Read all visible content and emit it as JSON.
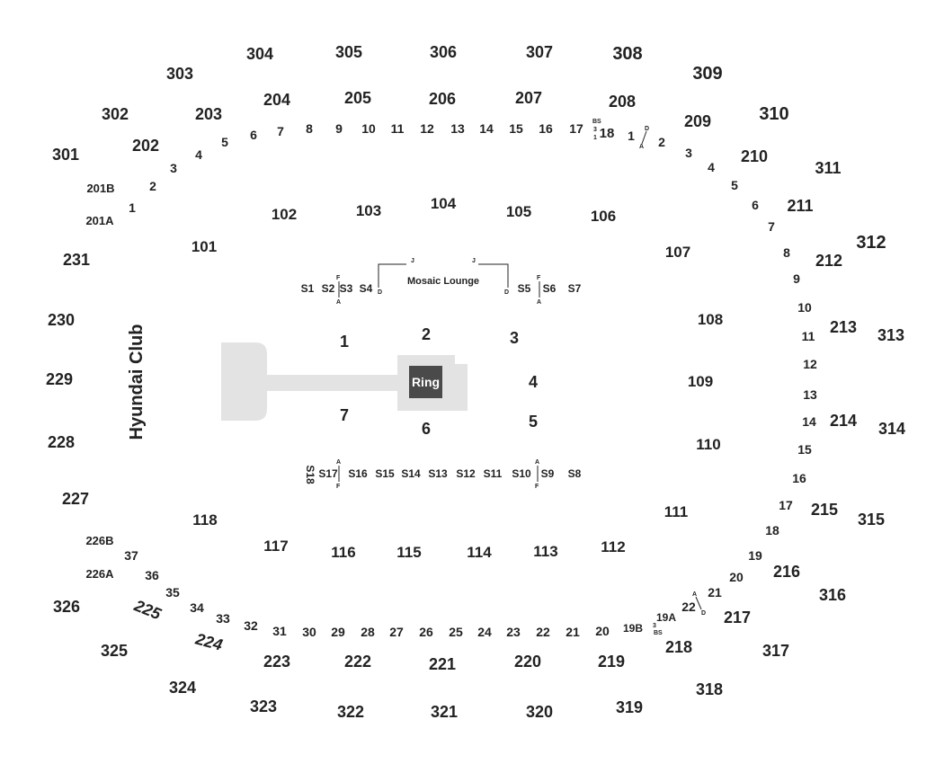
{
  "venue": {
    "club_label": "Hyundai Club",
    "ring_label": "Ring",
    "lounge_label": "Mosaic Lounge",
    "colors": {
      "floor": "#e3e3e3",
      "ring": "#4a4a4a",
      "text": "#222222"
    }
  },
  "sections_300": [
    "301",
    "302",
    "303",
    "304",
    "305",
    "306",
    "307",
    "308",
    "309",
    "310",
    "311",
    "312",
    "313",
    "314",
    "315",
    "316",
    "317",
    "318",
    "319",
    "320",
    "321",
    "322",
    "323",
    "324",
    "325",
    "326"
  ],
  "sections_200": [
    "201A",
    "201B",
    "202",
    "203",
    "204",
    "205",
    "206",
    "207",
    "208",
    "209",
    "210",
    "211",
    "212",
    "213",
    "214",
    "215",
    "216",
    "217",
    "218",
    "219",
    "220",
    "221",
    "222",
    "223",
    "224",
    "225",
    "226A",
    "226B",
    "227",
    "228",
    "229",
    "230",
    "231"
  ],
  "sections_100": [
    "101",
    "102",
    "103",
    "104",
    "105",
    "106",
    "107",
    "108",
    "109",
    "110",
    "111",
    "112",
    "113",
    "114",
    "115",
    "116",
    "117",
    "118"
  ],
  "suites_top": [
    "S1",
    "S2",
    "S3",
    "S4",
    "S5",
    "S6",
    "S7"
  ],
  "suites_bottom": [
    "S18",
    "S17",
    "S16",
    "S15",
    "S14",
    "S13",
    "S12",
    "S11",
    "S10",
    "S9",
    "S8"
  ],
  "floor_sections": [
    "1",
    "2",
    "3",
    "4",
    "5",
    "6",
    "7"
  ],
  "upper_rows": [
    "1",
    "2",
    "3",
    "4",
    "5",
    "6",
    "7",
    "8",
    "9",
    "10",
    "11",
    "12",
    "13",
    "14",
    "15",
    "16",
    "17",
    "18"
  ],
  "right_rows": [
    "1",
    "2",
    "3",
    "4",
    "5",
    "6",
    "7",
    "8",
    "9",
    "10",
    "11",
    "12",
    "13",
    "14",
    "15",
    "16",
    "17",
    "18",
    "19",
    "20",
    "21",
    "22"
  ],
  "lower_rows": [
    "19B",
    "20",
    "21",
    "22",
    "23",
    "24",
    "25",
    "26",
    "27",
    "28",
    "29",
    "30",
    "31",
    "32",
    "33",
    "34",
    "35",
    "36",
    "37"
  ],
  "aisle_marks": {
    "a": "A",
    "d": "D",
    "f": "F",
    "j": "J",
    "bs": "BS",
    "three": "3",
    "one": "1",
    "nineteen_a": "19A"
  }
}
